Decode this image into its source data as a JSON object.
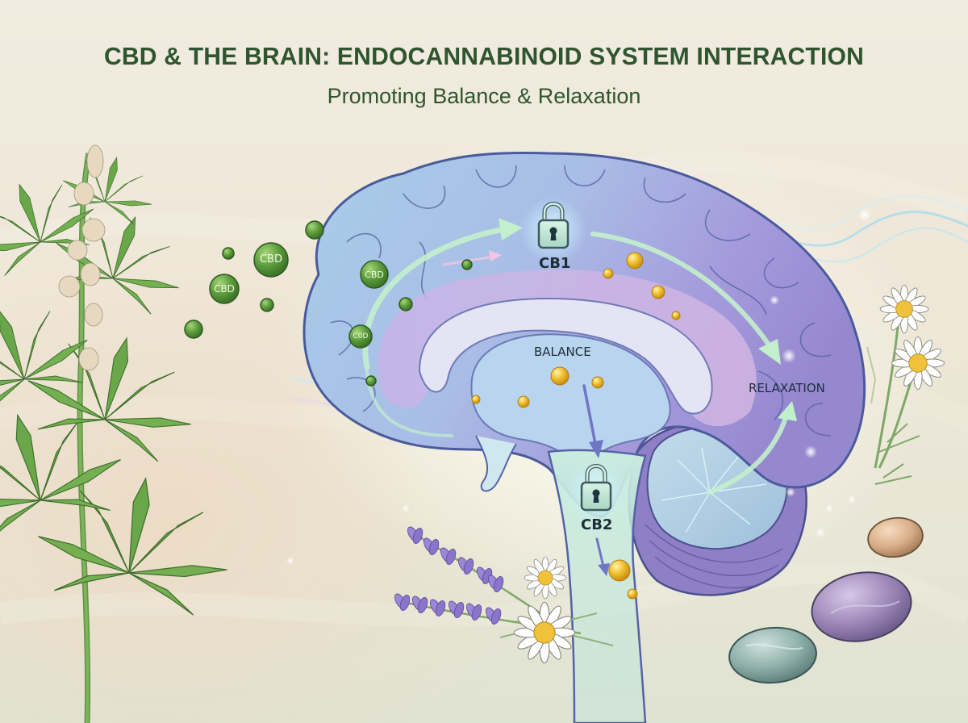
{
  "header": {
    "title": "CBD & THE BRAIN: ENDOCANNABINOID SYSTEM INTERACTION",
    "subtitle": "Promoting Balance & Relaxation"
  },
  "diagram": {
    "receptors": [
      {
        "id": "cb1",
        "label": "CB1",
        "icon": "padlock-icon"
      },
      {
        "id": "cb2",
        "label": "CB2",
        "icon": "padlock-icon"
      }
    ],
    "states": [
      {
        "id": "balance",
        "label": "BALANCE"
      },
      {
        "id": "relaxation",
        "label": "RELAXATION"
      }
    ],
    "molecules": [
      {
        "label": "CBD"
      },
      {
        "label": "CBD"
      },
      {
        "label": "CBD"
      },
      {
        "label": "C0D"
      }
    ],
    "decorations": [
      "cannabis-plant",
      "chamomile-flowers",
      "lavender-sprigs",
      "smooth-stones",
      "energy-waves"
    ]
  },
  "colors": {
    "title": "#2f5530",
    "label": "#1c2f36",
    "molecule_green": "#5a9a3a",
    "endocannabinoid_gold": "#e8b526",
    "brain_blue": "#a9c6e8",
    "brain_purple": "#9a8fcf",
    "arrow_mint": "#bfeec8",
    "background": "#efe9db"
  }
}
